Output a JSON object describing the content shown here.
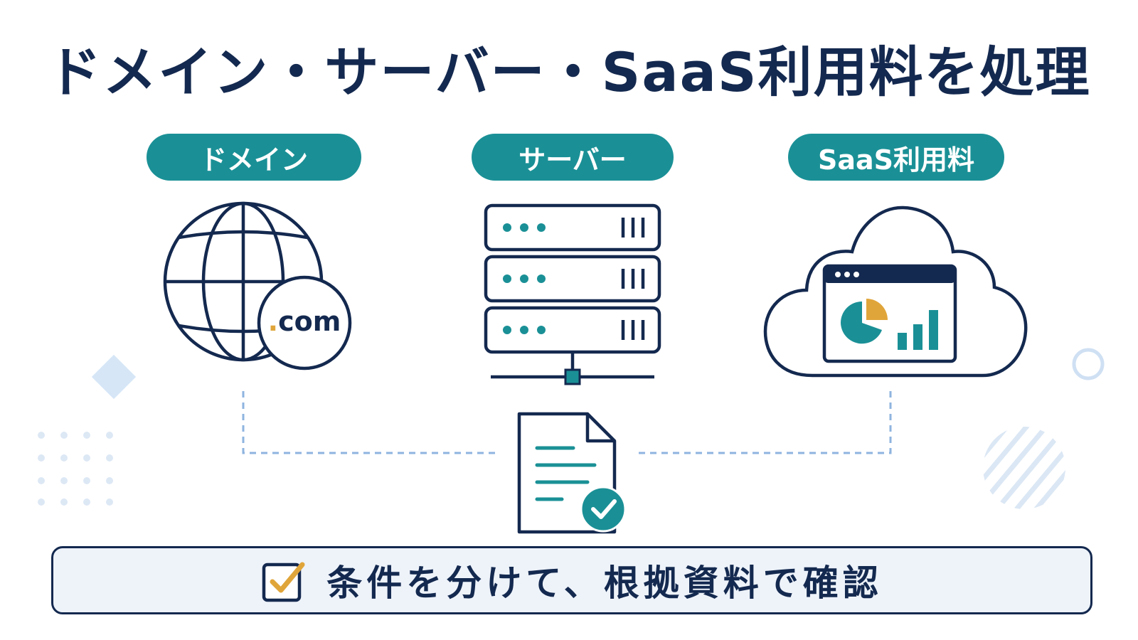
{
  "title": "ドメイン・サーバー・SaaS利用料を処理",
  "categories": {
    "domain": "ドメイン",
    "server": "サーバー",
    "saas": "SaaS利用料"
  },
  "globe_label": {
    "dot": ".",
    "text": "com"
  },
  "note": "条件を分けて、根拠資料で確認",
  "colors": {
    "navy": "#14294f",
    "teal": "#1a9096",
    "gold": "#e0a53a",
    "light_blue": "#a9c6e8",
    "note_bg": "#eef3fa"
  },
  "icons": [
    "globe-icon",
    "server-rack-icon",
    "cloud-dashboard-icon",
    "document-check-icon",
    "checkbox-icon"
  ]
}
